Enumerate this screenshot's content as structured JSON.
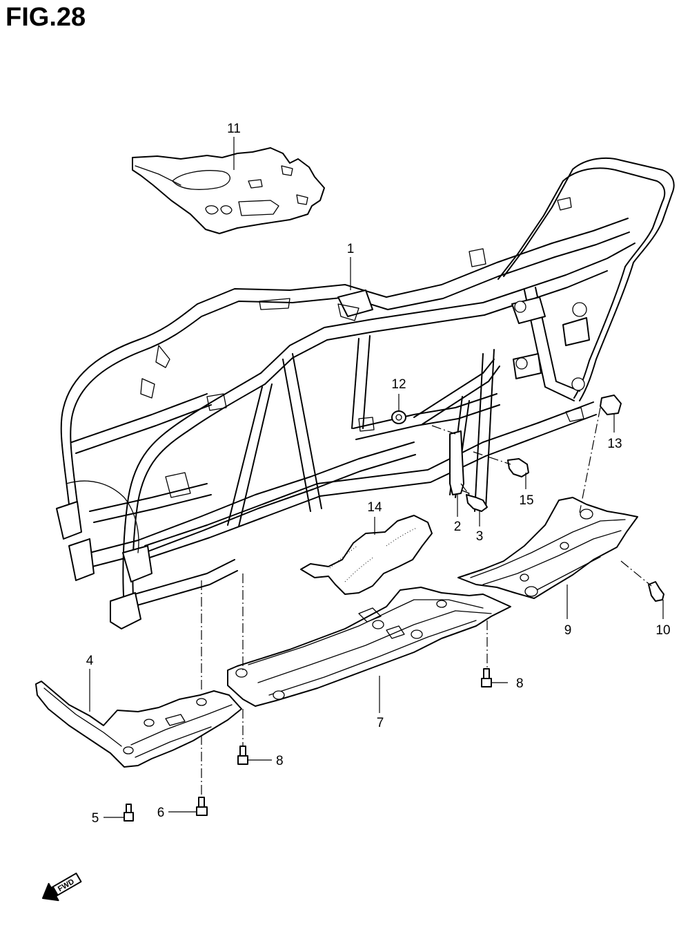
{
  "figure": {
    "title": "FIG.28"
  },
  "callouts": [
    {
      "id": "1",
      "label": "1"
    },
    {
      "id": "2",
      "label": "2"
    },
    {
      "id": "3",
      "label": "3"
    },
    {
      "id": "4",
      "label": "4"
    },
    {
      "id": "5",
      "label": "5"
    },
    {
      "id": "6",
      "label": "6"
    },
    {
      "id": "7",
      "label": "7"
    },
    {
      "id": "8a",
      "label": "8"
    },
    {
      "id": "8b",
      "label": "8"
    },
    {
      "id": "9",
      "label": "9"
    },
    {
      "id": "10",
      "label": "10"
    },
    {
      "id": "11",
      "label": "11"
    },
    {
      "id": "12",
      "label": "12"
    },
    {
      "id": "13",
      "label": "13"
    },
    {
      "id": "14",
      "label": "14"
    },
    {
      "id": "15",
      "label": "15"
    }
  ],
  "direction_arrow": {
    "label": "FWD",
    "icon": "forward-arrow-icon"
  }
}
